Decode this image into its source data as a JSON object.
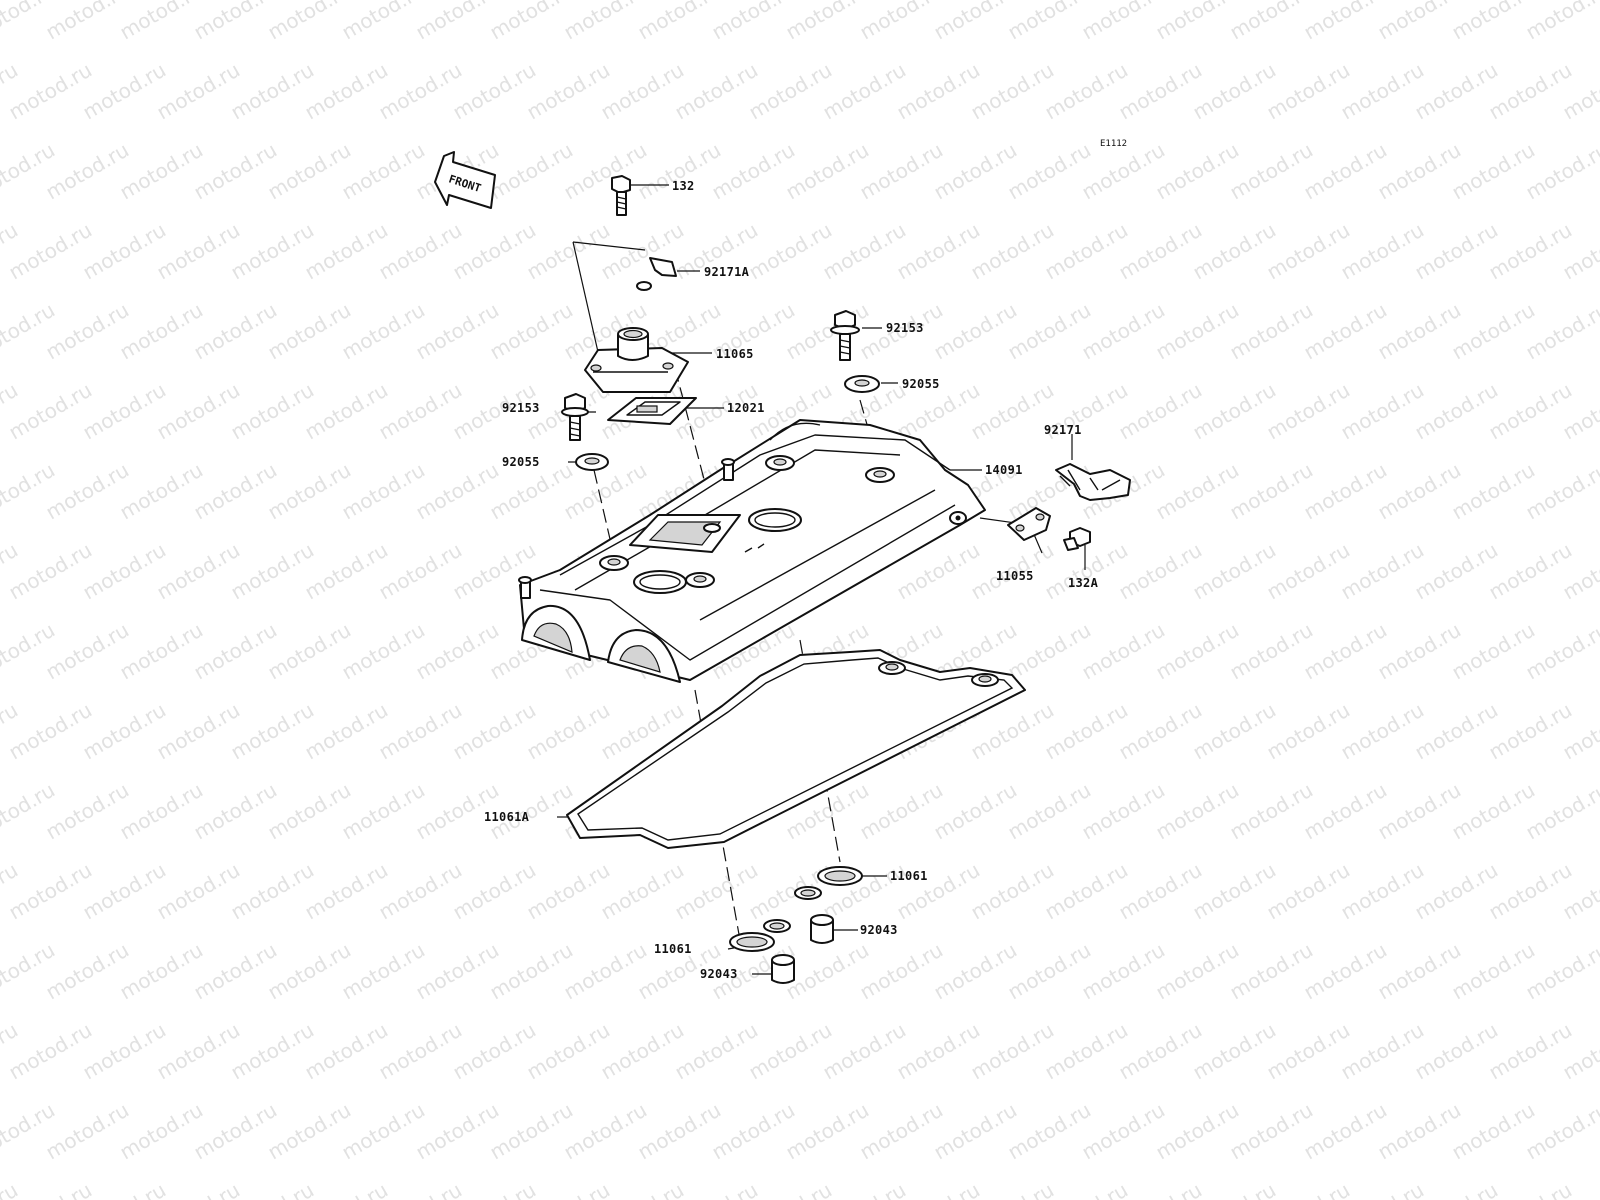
{
  "diagram": {
    "code": "E1112",
    "front_label": "FRONT",
    "watermark": "motod.ru",
    "parts": [
      {
        "id": "p132",
        "label": "132"
      },
      {
        "id": "p92171A",
        "label": "92171A"
      },
      {
        "id": "p11065",
        "label": "11065"
      },
      {
        "id": "p92153a",
        "label": "92153"
      },
      {
        "id": "p92055a",
        "label": "92055"
      },
      {
        "id": "p12021",
        "label": "12021"
      },
      {
        "id": "p92153b",
        "label": "92153"
      },
      {
        "id": "p92055b",
        "label": "92055"
      },
      {
        "id": "p14091",
        "label": "14091"
      },
      {
        "id": "p92171",
        "label": "92171"
      },
      {
        "id": "p11055",
        "label": "11055"
      },
      {
        "id": "p132A",
        "label": "132A"
      },
      {
        "id": "p11061A",
        "label": "11061A"
      },
      {
        "id": "p11061a",
        "label": "11061"
      },
      {
        "id": "p11061b",
        "label": "11061"
      },
      {
        "id": "p92043a",
        "label": "92043"
      },
      {
        "id": "p92043b",
        "label": "92043"
      }
    ]
  }
}
